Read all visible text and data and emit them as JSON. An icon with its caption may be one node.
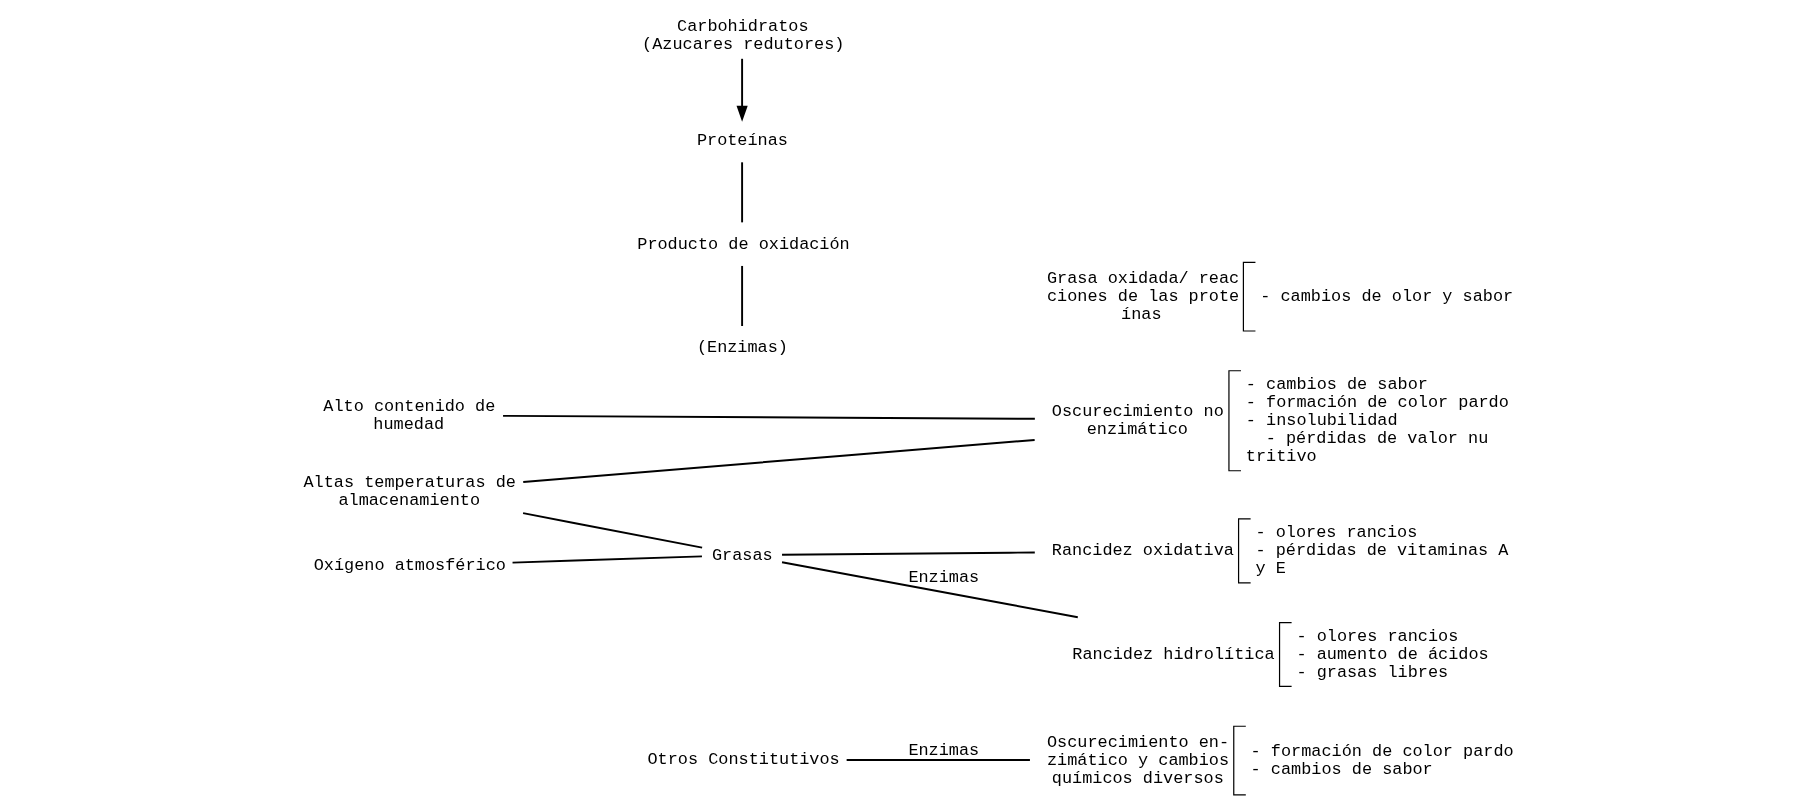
{
  "diagram": {
    "nodes": [
      {
        "text": [
          "Oxígeno atmosférico"
        ]
      },
      {
        "text": [
          "Altas temperaturas de almacenamiento"
        ]
      },
      {
        "text": [
          "Alto contenido de humedad"
        ]
      },
      {
        "text": [
          "Grasas"
        ]
      },
      {
        "text": [
          "(Enzimas)"
        ]
      },
      {
        "text": [
          "Producto de oxidación"
        ]
      },
      {
        "text": [
          "Proteínas"
        ]
      },
      {
        "text": [
          "Carbohidratos (Azucares redutores)"
        ]
      },
      {
        "text": [
          "Otros Constitutivos"
        ]
      },
      {
        "text": [
          "Rancidez hidrolítica",
          "- olores rancios",
          "- aumento de ácidos",
          "- grasas libres"
        ]
      },
      {
        "text": [
          "Rancidez oxidativa",
          "- olores rancios",
          "- pérdidas de vitaminas A y E"
        ]
      },
      {
        "text": [
          "Grasa oxidada/ reac ciones de las prote ínas",
          "- cambios de olor y sabor"
        ]
      },
      {
        "text": [
          "Oscurecimiento no enzimático",
          "- cambios de sabor",
          "- formación de color pardo",
          "- insolubilidad",
          "- pérdidas de valor nu tritivo"
        ]
      },
      {
        "text": [
          "Oscurecimiento en- zimático y cambios químicos diversos",
          "- formación de color pardo",
          "- cambios de sabor"
        ]
      }
    ],
    "edges": [
      {
        "from": 0,
        "to": 3,
        "arrow": "none"
      },
      {
        "from": 1,
        "to": 3,
        "arrow": "none"
      },
      {
        "from": 3,
        "to": 9,
        "arrow": "none",
        "label": "Enzimas"
      },
      {
        "from": 3,
        "to": 10,
        "arrow": "none"
      },
      {
        "from": 4,
        "to": 5,
        "arrow": "none"
      },
      {
        "from": 5,
        "to": 6,
        "arrow": "none"
      },
      {
        "from": 7,
        "to": 6,
        "arrow": "to"
      },
      {
        "from": 1,
        "to": 12,
        "arrow": "none"
      },
      {
        "from": 2,
        "to": 12,
        "arrow": "none"
      },
      {
        "from": 8,
        "to": 13,
        "arrow": "none",
        "label": "Enzimas"
      }
    ]
  }
}
